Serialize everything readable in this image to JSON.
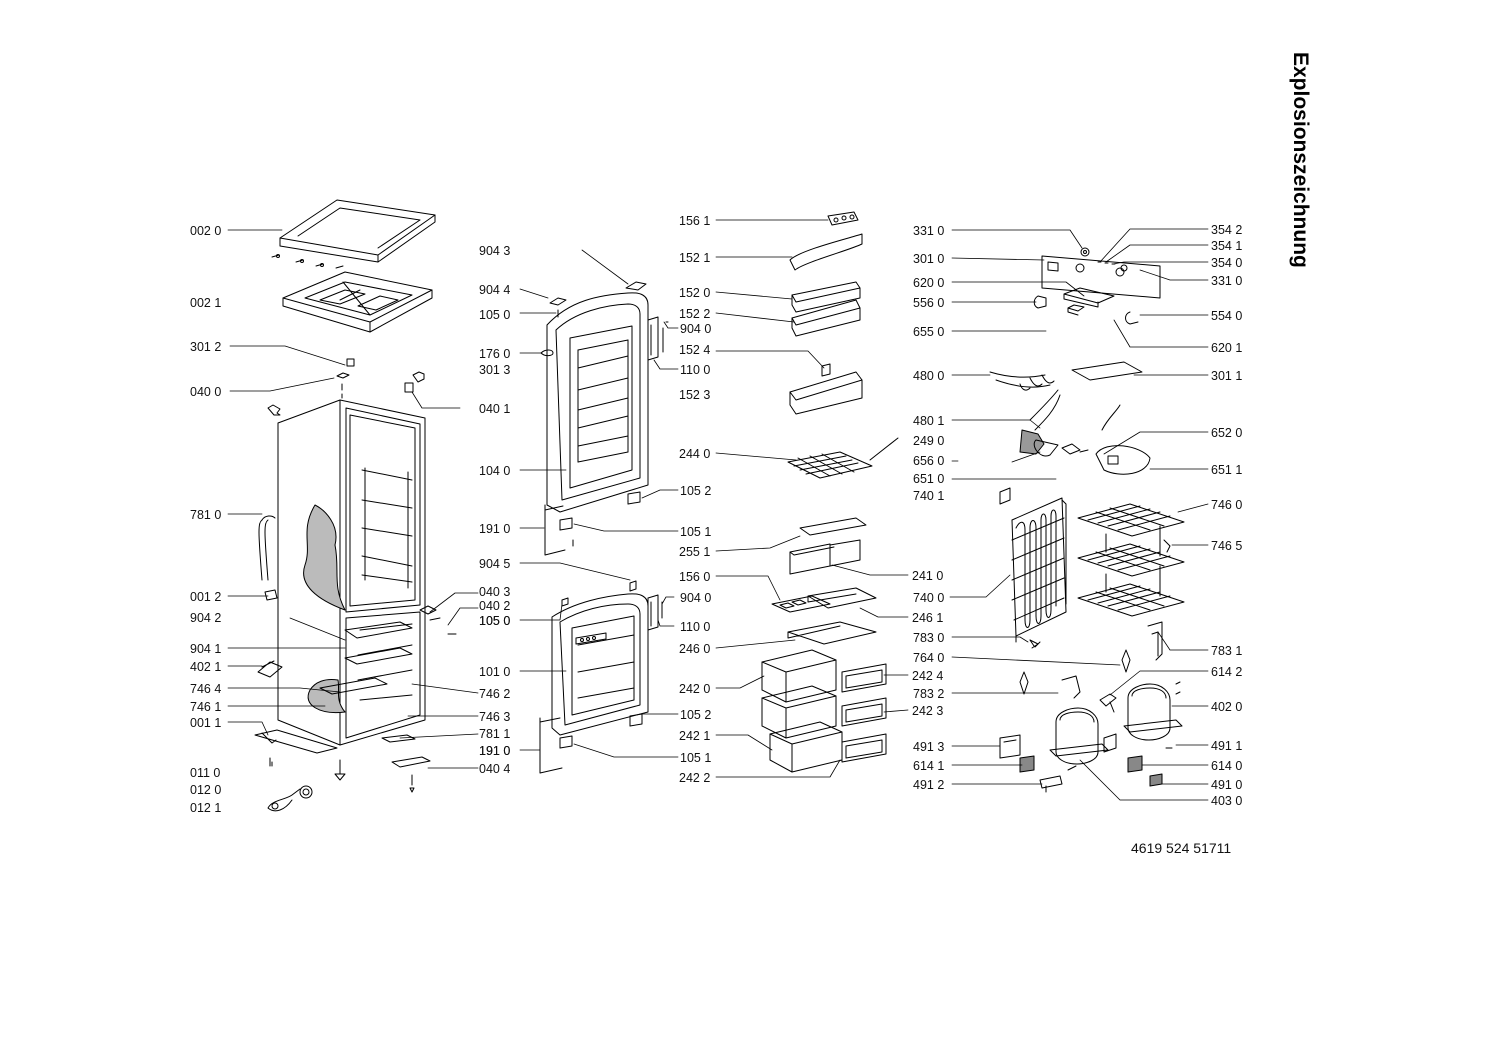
{
  "title": "Explosionszeichnung",
  "document_number": "4619 524 51711",
  "callouts": [
    "002 0",
    "002 1",
    "301 2",
    "040 0",
    "040 1",
    "781 0",
    "001 2",
    "904 2",
    "904 1",
    "402 1",
    "746 4",
    "746 1",
    "001 1",
    "011 0",
    "012 0",
    "012 1",
    "040 3",
    "040 2",
    "105 0",
    "746 2",
    "746 3",
    "781 1",
    "191 0",
    "040 4",
    "904 3",
    "904 4",
    "105 0",
    "904 0",
    "176 0",
    "301 3",
    "110 0",
    "104 0",
    "105 2",
    "191 0",
    "105 1",
    "904 5",
    "904 0",
    "105 0",
    "110 0",
    "101 0",
    "105 2",
    "191 0",
    "105 1",
    "156 1",
    "152 1",
    "152 0",
    "152 2",
    "152 4",
    "152 3",
    "244 0",
    "255 1",
    "156 0",
    "246 0",
    "242 0",
    "242 1",
    "242 2",
    "241 0",
    "246 1",
    "242 4",
    "242 3",
    "331 0",
    "301 0",
    "620 0",
    "556 0",
    "655 0",
    "480 0",
    "480 1",
    "249 0",
    "656 0",
    "651 0",
    "740 1",
    "783 0",
    "764 0",
    "783 2",
    "491 3",
    "614 1",
    "491 2",
    "354 2",
    "354 1",
    "354 0",
    "331 0",
    "554 0",
    "620 1",
    "301 1",
    "652 0",
    "651 1",
    "746 0",
    "746 5",
    "740 0",
    "783 1",
    "614 2",
    "402 0",
    "491 1",
    "614 0",
    "491 0",
    "403 0"
  ]
}
